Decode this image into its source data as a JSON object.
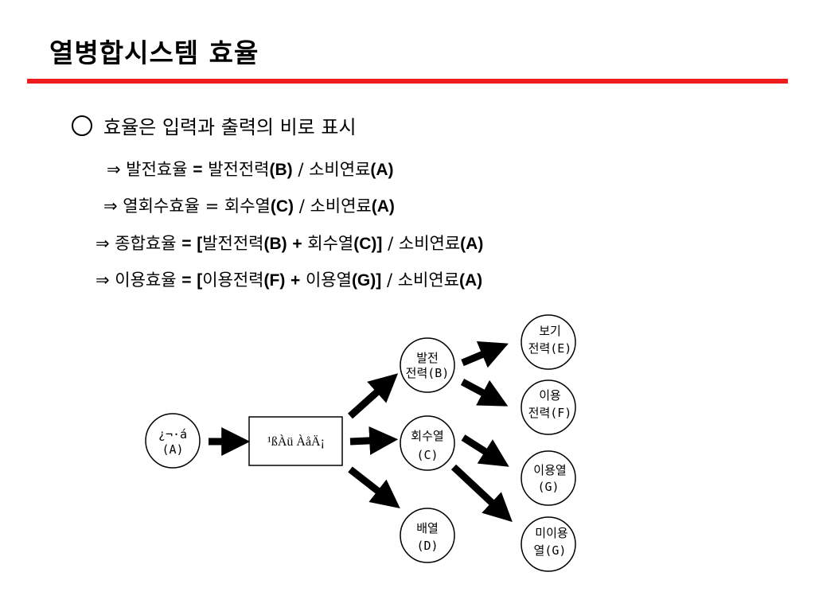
{
  "title": "열병합시스템 효율",
  "bullet": "효율은 입력과 출력의 비로 표시",
  "formulas": [
    {
      "arrow": "⇒",
      "name": "발전효율",
      "eq": "=",
      "num": "발전전력",
      "num_sym": "(B)",
      "div": "/",
      "den": "소비연료",
      "den_sym": "(A)"
    },
    {
      "arrow": "⇒",
      "name": "열회수효율",
      "eq": "=",
      "num": "회수열",
      "num_sym": "(C)",
      "div": "/",
      "den": "소비연료",
      "den_sym": "(A)"
    },
    {
      "arrow": "⇒",
      "name": "종합효율",
      "eq": "=",
      "open": "[",
      "a": "발전전력",
      "a_sym": "(B)",
      "plus": "+",
      "b": "회수열",
      "b_sym": "(C)",
      "close": "]",
      "div": "/",
      "den": "소비연료",
      "den_sym": "(A)"
    },
    {
      "arrow": "⇒",
      "name": "이용효율",
      "eq": "=",
      "open": "[",
      "a": "이용전력",
      "a_sym": "(F)",
      "plus": "+",
      "b": "이용열",
      "b_sym": "(G)",
      "close": "]",
      "div": "/",
      "den": "소비연료",
      "den_sym": "(A)"
    }
  ],
  "diagram": {
    "input": {
      "line1": "¿¬·á",
      "line2": "(A)"
    },
    "box": "¹ßÀü ÀåÄ¡",
    "power": {
      "line1": "발전",
      "line2": "전력(B)"
    },
    "recovered": {
      "line1": "회수열",
      "line2": "(C)"
    },
    "exhaust": {
      "line1": "배열",
      "line2": "(D)"
    },
    "spare_power": {
      "line1": "보기",
      "line2": "전력(E)"
    },
    "used_power": {
      "line1": "이용",
      "line2": "전력(F)"
    },
    "used_heat": {
      "line1": "이용열",
      "line2": "(G)"
    },
    "unused_heat": {
      "line1": "미이용",
      "line2": "열(G)"
    }
  }
}
